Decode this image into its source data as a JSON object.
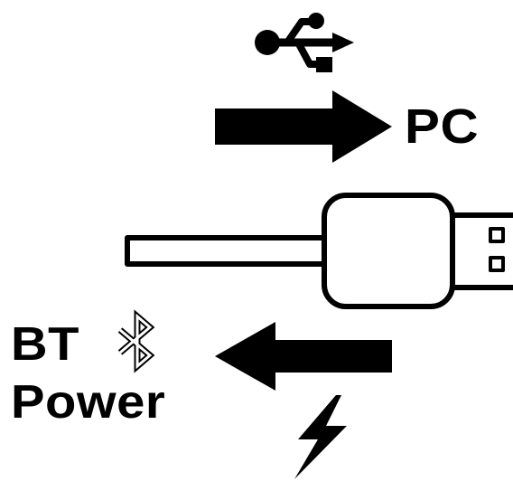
{
  "labels": {
    "pc": "PC",
    "bt": "BT",
    "power": "Power"
  },
  "icons": {
    "usb": "usb-icon",
    "bluetooth": "bluetooth-icon",
    "lightning": "lightning-bolt-icon",
    "cable": "usb-cable-icon"
  },
  "colors": {
    "ink": "#000000",
    "background": "#ffffff"
  }
}
